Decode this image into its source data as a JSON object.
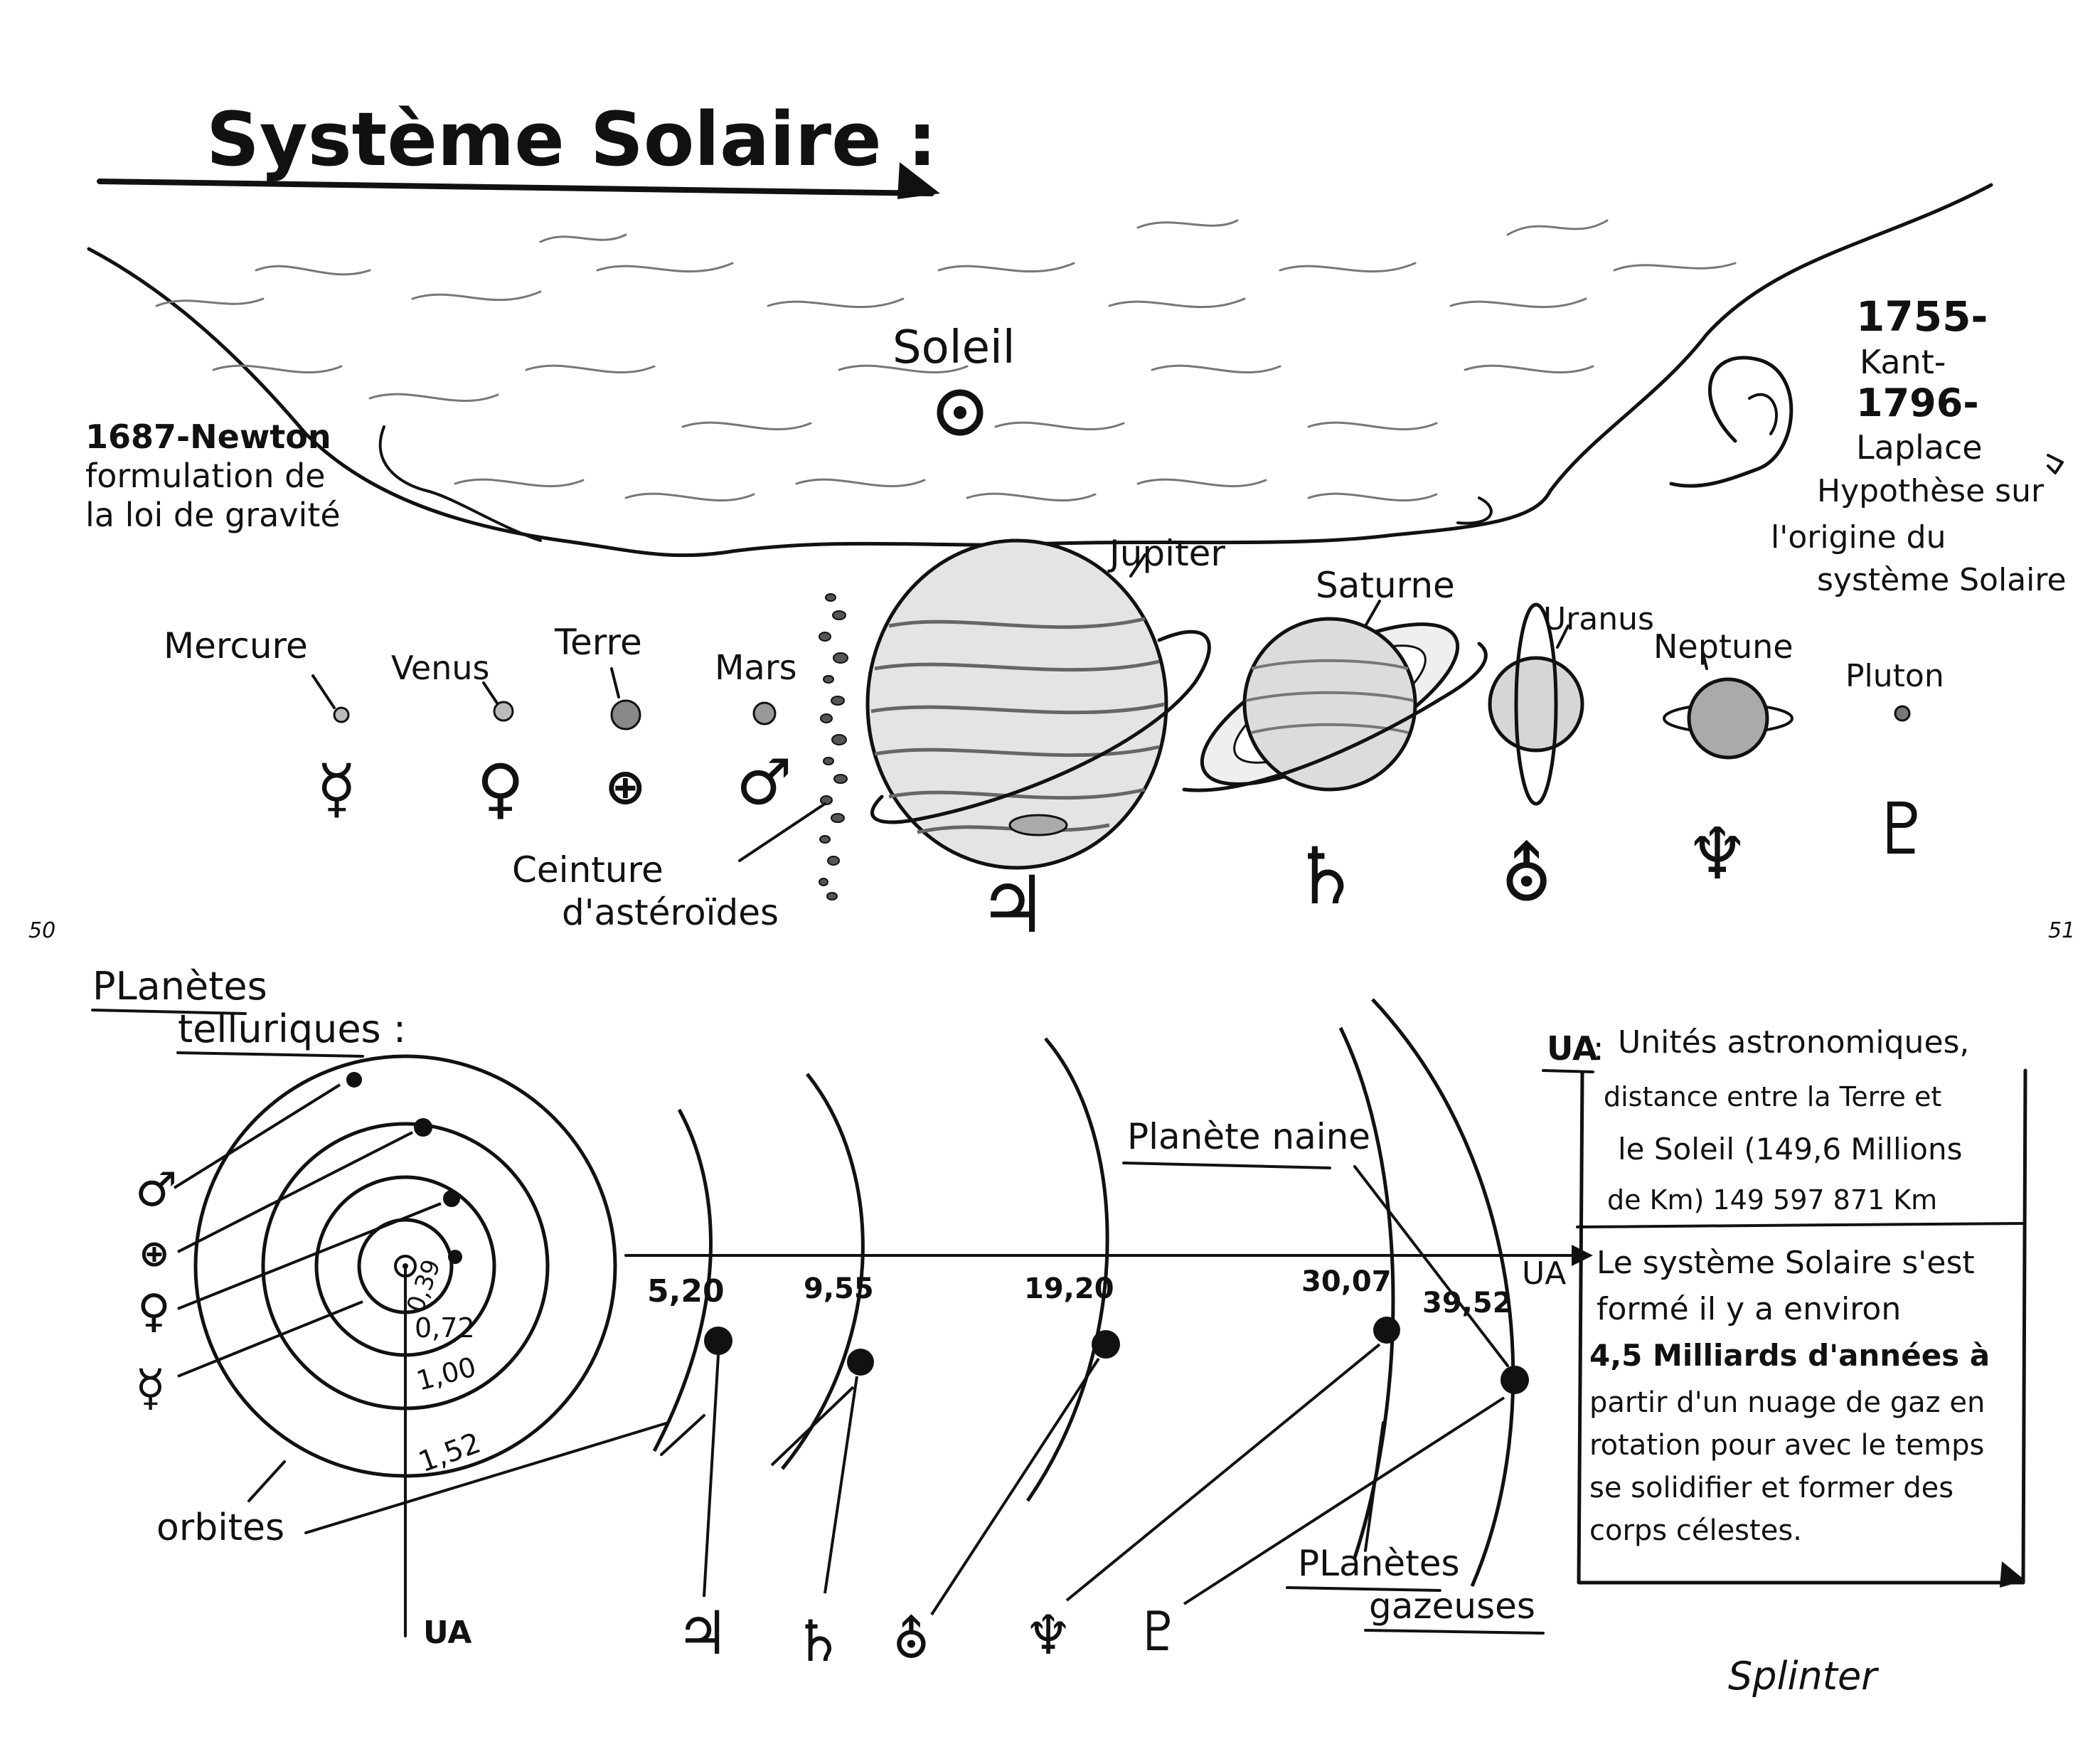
{
  "title": "Système Solaire :",
  "page_numbers": {
    "left": "50",
    "right": "51"
  },
  "sun": {
    "label": "Soleil",
    "symbol": "☉"
  },
  "notes": {
    "newton": [
      "1687-Newton",
      "formulation de",
      "la loi de gravité"
    ],
    "kant": [
      "1755-",
      "Kant-",
      "1796-",
      "Laplace",
      "Hypothèse sur",
      "l'origine du",
      "système Solaire"
    ]
  },
  "planets": [
    {
      "name": "Mercure",
      "symbol": "☿"
    },
    {
      "name": "Venus",
      "symbol": "♀"
    },
    {
      "name": "Terre",
      "symbol": "⊕"
    },
    {
      "name": "Mars",
      "symbol": "♂"
    },
    {
      "name": "Jupiter",
      "symbol": "♃"
    },
    {
      "name": "Saturne",
      "symbol": "♄"
    },
    {
      "name": "Uranus",
      "symbol": "⛢"
    },
    {
      "name": "Neptune",
      "symbol": "♆"
    },
    {
      "name": "Pluton",
      "symbol": "♇"
    }
  ],
  "asteroid_belt": [
    "Ceinture",
    "d'astéroïdes"
  ],
  "telluric": {
    "heading": [
      "PLanètes",
      "telluriques :"
    ],
    "distances": [
      "0,39",
      "0,72",
      "1,00",
      "1,52"
    ],
    "symbols": [
      "♂",
      "⊕",
      "♀",
      "☿"
    ],
    "orbits_label": "orbites",
    "axis_label": "UA"
  },
  "gaseous": {
    "distances": [
      "5,20",
      "9,55",
      "19,20",
      "30,07",
      "39,52"
    ],
    "symbols": [
      "♃",
      "♄",
      "⛢",
      "♆",
      "♇"
    ],
    "axis_label": "UA",
    "dwarf_label": "Planète naine",
    "group_label": [
      "PLanètes",
      "gazeuses"
    ]
  },
  "ua_note": {
    "term": "UA",
    "definition": [
      "Unités astronomiques,",
      "distance entre la Terre et",
      "le Soleil (149,6 Millions",
      "de Km) 149 597 871 Km"
    ]
  },
  "formation_note": [
    "Le système Solaire s'est",
    "formé il y a environ",
    "4,5 Milliards d'années à",
    "partir d'un nuage de gaz en",
    "rotation pour avec le temps",
    "se solidifier et former des",
    "corps célestes."
  ],
  "signature": "Splinter"
}
